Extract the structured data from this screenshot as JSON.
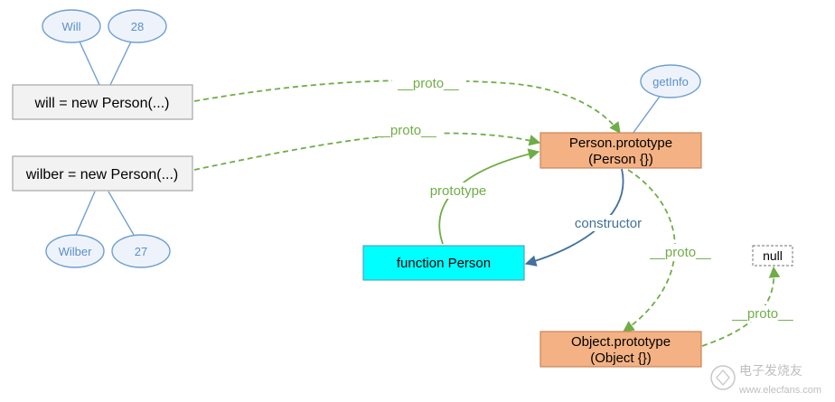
{
  "instances": {
    "will": {
      "label": "will = new Person(...)",
      "props": [
        "Will",
        "28"
      ]
    },
    "wilber": {
      "label": "wilber = new Person(...)",
      "props": [
        "Wilber",
        "27"
      ]
    }
  },
  "person_prototype": {
    "line1": "Person.prototype",
    "line2": "(Person {})",
    "method": "getInfo"
  },
  "function_person": {
    "label": "function Person"
  },
  "object_prototype": {
    "line1": "Object.prototype",
    "line2": "(Object {})"
  },
  "null_node": {
    "label": "null"
  },
  "edges": {
    "proto_will": "__proto__",
    "proto_wilber": "__proto__",
    "prototype": "prototype",
    "constructor": "constructor",
    "proto_person": "__proto__",
    "proto_object": "__proto__"
  },
  "watermark": {
    "text": "电子发烧友",
    "url": "www.elecfans.com"
  },
  "colors": {
    "instance_fill": "#f2f2f2",
    "instance_stroke": "#a6a6a6",
    "prototype_fill": "#f4b183",
    "prototype_stroke": "#c9855a",
    "function_fill": "#00ffff",
    "function_stroke": "#4aa8c0",
    "ellipse_fill": "#eef3fb",
    "ellipse_stroke": "#6f9fd0",
    "ellipse_text": "#5b8fcb",
    "proto_green": "#70ad47",
    "constructor_blue": "#41719c"
  }
}
